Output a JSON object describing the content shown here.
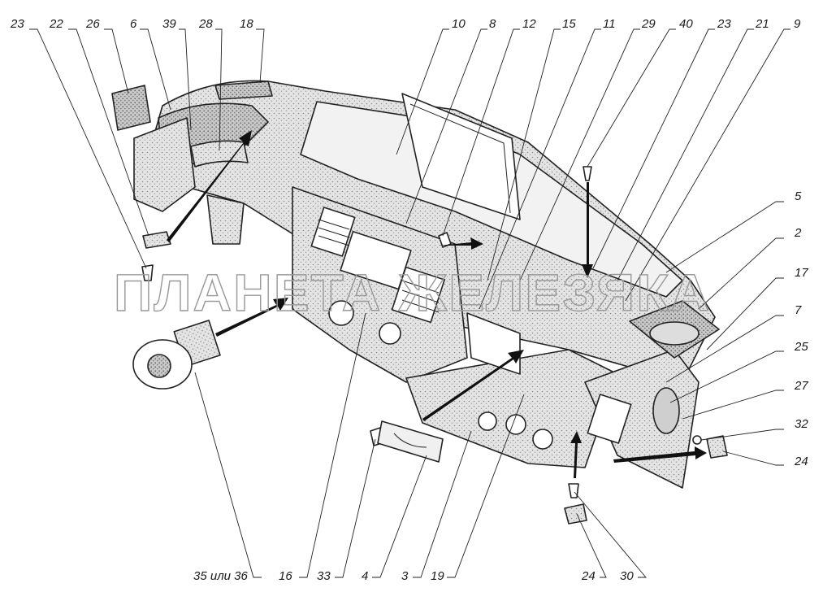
{
  "watermark": "ПЛАНЕТА ЖЕЛЕЗЯКА",
  "callouts_top": [
    "23",
    "22",
    "26",
    "6",
    "39",
    "28",
    "18",
    "10",
    "8",
    "12",
    "15",
    "11",
    "29",
    "40",
    "23",
    "21",
    "9"
  ],
  "callouts_right": [
    "5",
    "2",
    "17",
    "7",
    "25",
    "27",
    "32",
    "24"
  ],
  "callouts_bottom": [
    "35 или 36",
    "16",
    "33",
    "4",
    "3",
    "19",
    "24",
    "30"
  ],
  "colors": {
    "ink": "#222222",
    "paper": "#ffffff",
    "shade": "#d9d9d9"
  }
}
